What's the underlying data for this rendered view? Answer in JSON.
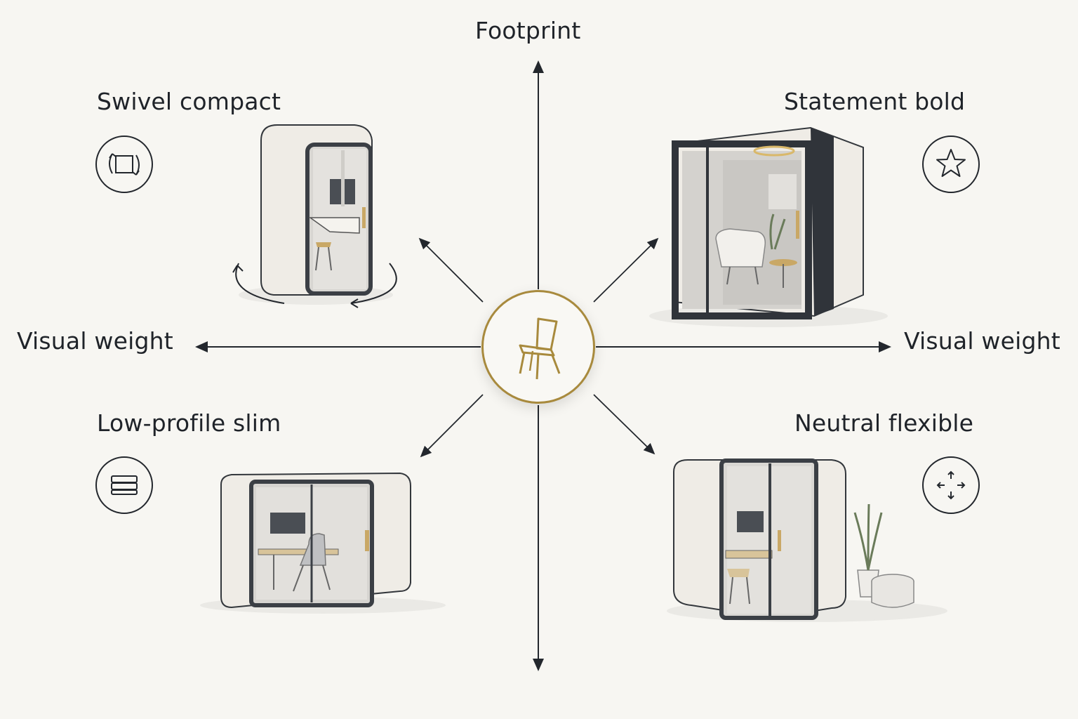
{
  "axes": {
    "top": "Footprint",
    "left": "Visual weight",
    "right": "Visual weight"
  },
  "quadrants": {
    "top_left": {
      "label": "Swivel compact",
      "icon": "rotate-square-icon"
    },
    "top_right": {
      "label": "Statement bold",
      "icon": "star-icon"
    },
    "bottom_left": {
      "label": "Low-profile slim",
      "icon": "layers-icon"
    },
    "bottom_right": {
      "label": "Neutral flexible",
      "icon": "move-arrows-icon"
    }
  },
  "center": {
    "icon": "chair-icon"
  },
  "colors": {
    "background": "#f7f6f2",
    "ink": "#1f2329",
    "accent_gold": "#a88a3d",
    "pod_shell": "#efece6",
    "pod_frame": "#3b3f45"
  }
}
